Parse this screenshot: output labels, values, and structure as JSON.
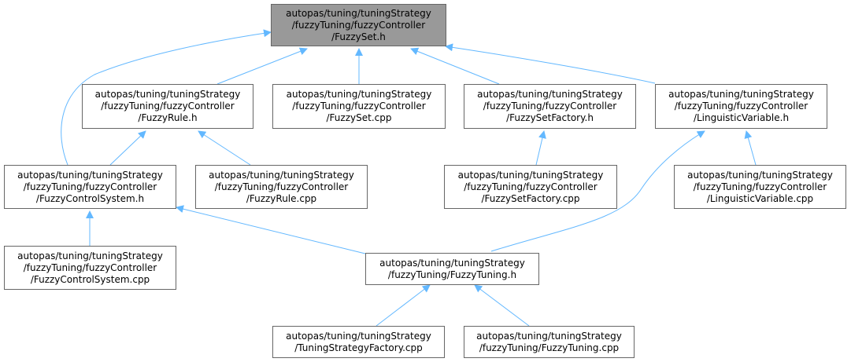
{
  "diagram": {
    "edge_color": "#63b8ff",
    "root_fill": "#999999",
    "nodes": {
      "fuzzyset_h": [
        "autopas/tuning/tuningStrategy",
        "/fuzzyTuning/fuzzyController",
        "/FuzzySet.h"
      ],
      "fuzzyrule_h": [
        "autopas/tuning/tuningStrategy",
        "/fuzzyTuning/fuzzyController",
        "/FuzzyRule.h"
      ],
      "fuzzyset_cpp": [
        "autopas/tuning/tuningStrategy",
        "/fuzzyTuning/fuzzyController",
        "/FuzzySet.cpp"
      ],
      "fuzzysetfactory_h": [
        "autopas/tuning/tuningStrategy",
        "/fuzzyTuning/fuzzyController",
        "/FuzzySetFactory.h"
      ],
      "linguisticvariable_h": [
        "autopas/tuning/tuningStrategy",
        "/fuzzyTuning/fuzzyController",
        "/LinguisticVariable.h"
      ],
      "fuzzycontrolsystem_h": [
        "autopas/tuning/tuningStrategy",
        "/fuzzyTuning/fuzzyController",
        "/FuzzyControlSystem.h"
      ],
      "fuzzyrule_cpp": [
        "autopas/tuning/tuningStrategy",
        "/fuzzyTuning/fuzzyController",
        "/FuzzyRule.cpp"
      ],
      "fuzzysetfactory_cpp": [
        "autopas/tuning/tuningStrategy",
        "/fuzzyTuning/fuzzyController",
        "/FuzzySetFactory.cpp"
      ],
      "linguisticvariable_cpp": [
        "autopas/tuning/tuningStrategy",
        "/fuzzyTuning/fuzzyController",
        "/LinguisticVariable.cpp"
      ],
      "fuzzycontrolsystem_cpp": [
        "autopas/tuning/tuningStrategy",
        "/fuzzyTuning/fuzzyController",
        "/FuzzyControlSystem.cpp"
      ],
      "fuzzytuning_h": [
        "autopas/tuning/tuningStrategy",
        "/fuzzyTuning/FuzzyTuning.h"
      ],
      "tuningstrategyfactory_cpp": [
        "autopas/tuning/tuningStrategy",
        "/TuningStrategyFactory.cpp"
      ],
      "fuzzytuning_cpp": [
        "autopas/tuning/tuningStrategy",
        "/fuzzyTuning/FuzzyTuning.cpp"
      ]
    }
  }
}
